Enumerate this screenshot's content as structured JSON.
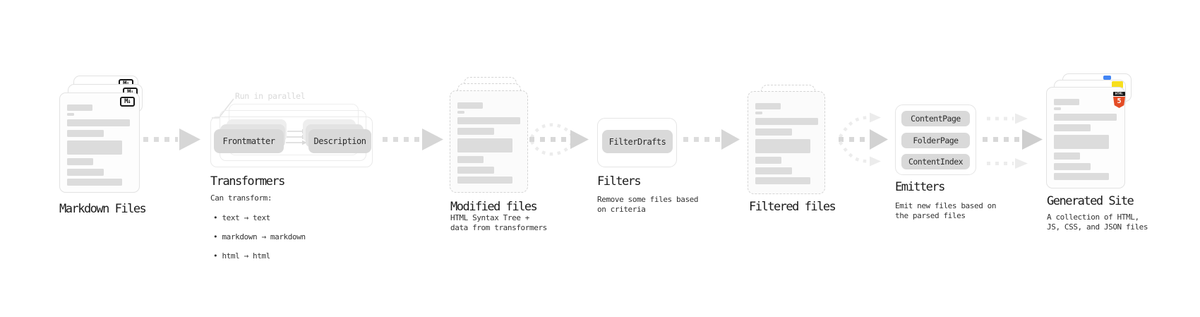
{
  "markdown": {
    "label": "Markdown Files",
    "icon_text": "M↓"
  },
  "transformers": {
    "label": "Transformers",
    "note": "Run in parallel",
    "pill_frontmatter": "Frontmatter",
    "pill_description": "Description",
    "desc_title": "Can transform:",
    "bullets": [
      "• text → text",
      "• markdown → markdown",
      "• html → html"
    ]
  },
  "modified": {
    "label": "Modified files",
    "desc": "HTML Syntax Tree +\ndata from transformers"
  },
  "filters": {
    "label": "Filters",
    "pill": "FilterDrafts",
    "desc": "Remove some files based\non criteria"
  },
  "filtered": {
    "label": "Filtered files"
  },
  "emitters": {
    "label": "Emitters",
    "pills": [
      "ContentPage",
      "FolderPage",
      "ContentIndex"
    ],
    "desc": "Emit new files based on\nthe parsed files"
  },
  "generated": {
    "label": "Generated Site",
    "desc": "A collection of HTML,\nJS, CSS, and JSON files",
    "html5_icon": {
      "brand": "HTML",
      "number": "5"
    }
  },
  "colors": {
    "html5_badge": "#e44d26",
    "js_badge": "#f7df1e",
    "css_badge": "#4285f4",
    "pill_fill": "#d9d9d9",
    "skeleton_bar": "#dcdcdc",
    "arrow_dark": "#d6d6d6",
    "arrow_light": "#ececec",
    "heading_text": "#1a1a1a"
  },
  "skeleton_bars": [
    {
      "w": 36,
      "h": 9,
      "mt": 16
    },
    {
      "w": 10,
      "h": 4,
      "mt": 3
    },
    {
      "w": 89,
      "h": 10,
      "mt": 5
    },
    {
      "w": 52,
      "h": 10,
      "mt": 5
    },
    {
      "w": 78,
      "h": 20,
      "mt": 5
    },
    {
      "w": 37,
      "h": 10,
      "mt": 5
    },
    {
      "w": 52,
      "h": 10,
      "mt": 5
    },
    {
      "w": 78,
      "h": 10,
      "mt": 4
    }
  ]
}
